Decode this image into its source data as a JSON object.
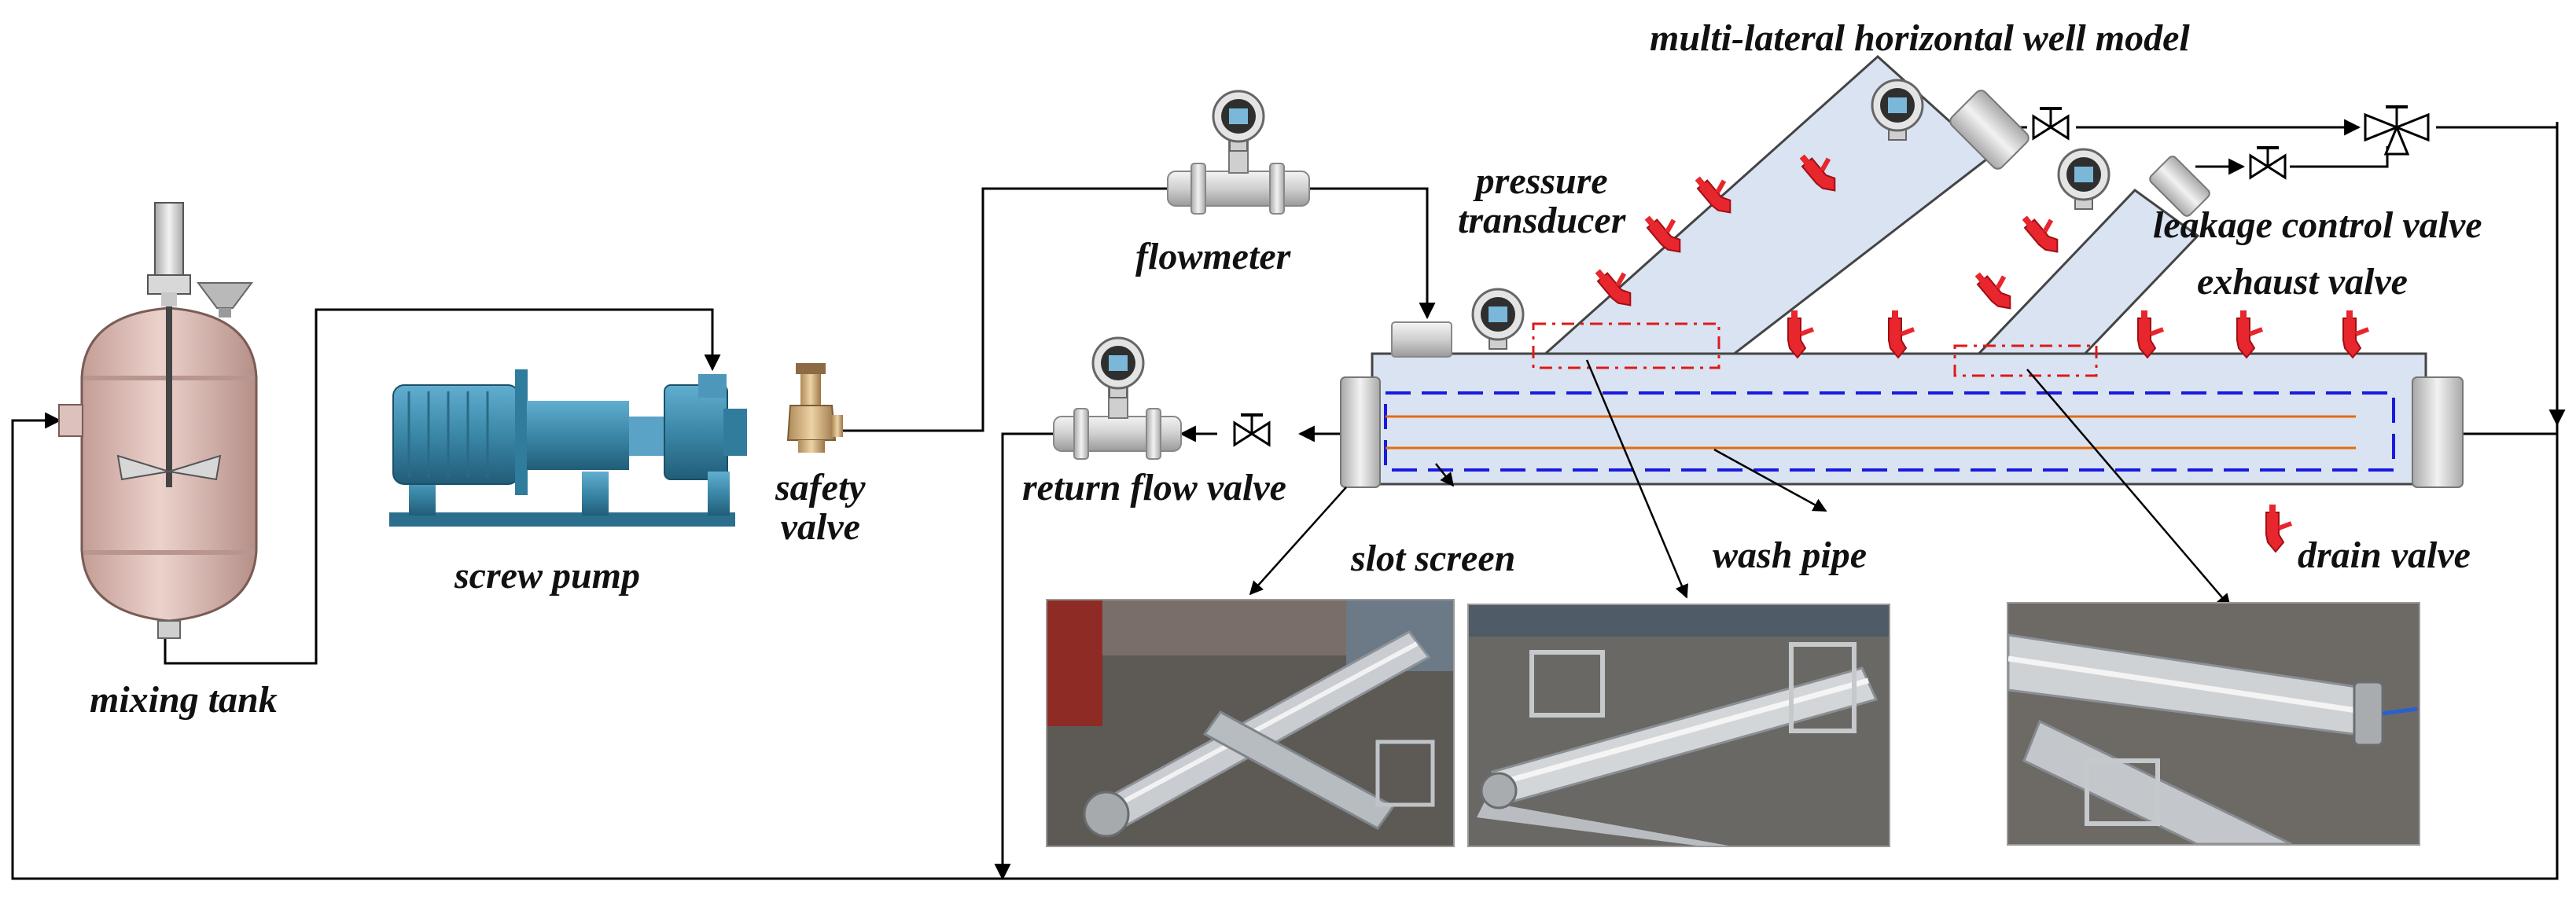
{
  "labels": {
    "title": "multi-lateral horizontal well model",
    "pressure_transducer_line1": "pressure",
    "pressure_transducer_line2": "transducer",
    "flowmeter": "flowmeter",
    "leakage_control_valve": "leakage control valve",
    "exhaust_valve": "exhaust valve",
    "safety_valve_line1": "safety",
    "safety_valve_line2": "valve",
    "return_flow_valve": "return flow valve",
    "screw_pump": "screw pump",
    "slot_screen": "slot screen",
    "wash_pipe": "wash pipe",
    "drain_valve": "drain valve",
    "mixing_tank": "mixing tank"
  },
  "colors": {
    "line": "#000000",
    "tank": "#ddb9b2",
    "pump": "#3b87a8",
    "well_fill": "#d9e3f2",
    "screen_dash": "#1a1adf",
    "wash_pipe": "#e36c09",
    "valve_red": "#e8262d",
    "callout_box": "#e01818"
  },
  "icons": [
    "pressure-gauge-icon",
    "flowmeter-icon",
    "gate-valve-icon",
    "three-way-valve-icon",
    "safety-valve-icon",
    "drain-valve-icon"
  ],
  "photos": [
    "slot-screen-photo",
    "wash-pipe-photo",
    "lateral-junction-photo"
  ]
}
